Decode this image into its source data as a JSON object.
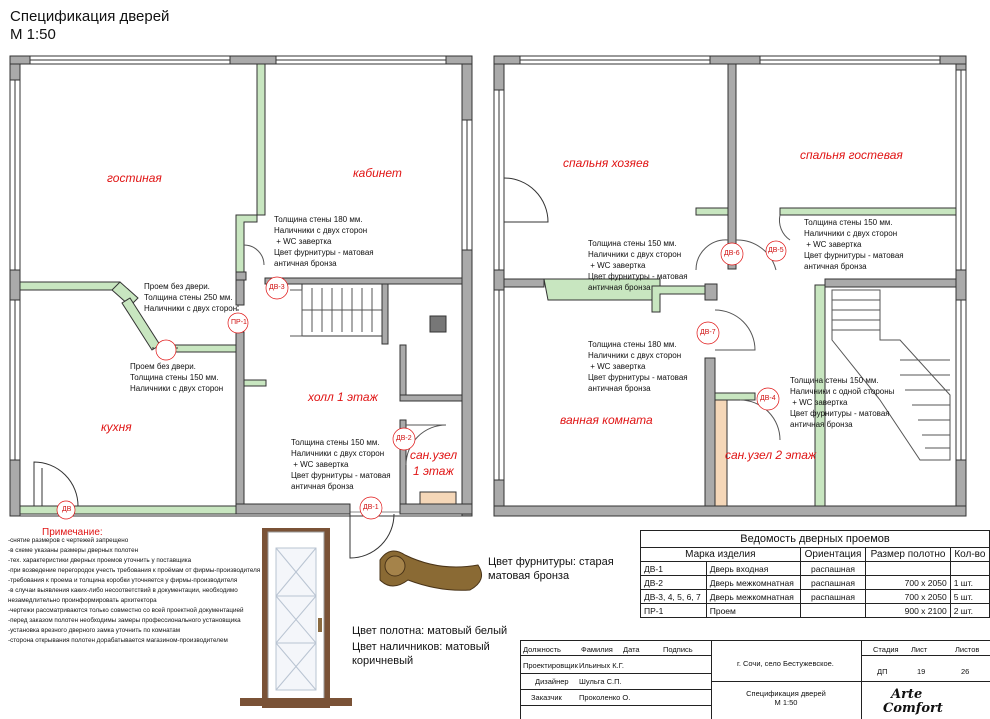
{
  "title": {
    "line1": "Спецификация дверей",
    "line2": "М 1:50"
  },
  "rooms": {
    "living": "гостиная",
    "study": "кабинет",
    "kitchen": "кухня",
    "hall": "холл 1 этаж",
    "wc1_a": "сан.узел",
    "wc1_b": "1 этаж",
    "master": "спальня хозяев",
    "guest": "спальня гостевая",
    "bath": "ванная комната",
    "wc2": "сан.узел 2 этаж"
  },
  "notes": {
    "n1": "Толщина стены 180 мм.\nНаличники с двух сторон\n + WC завертка\nЦвет фурнитуры - матовая\nантичная бронза",
    "n2": "Проем без двери.\nТолщина стены 250 мм.\nНаличники с двух сторон",
    "n3": "Проем без двери.\nТолщина стены 150 мм.\nНаличники с двух сторон",
    "n4": "Толщина стены 150 мм.\nНаличники с двух сторон\n + WC завертка\nЦвет фурнитуры - матовая\nантичная бронза",
    "n5": "Толщина стены 150 мм.\nНаличники с двух сторон\n + WC завертка\nЦвет фурнитуры - матовая\nантичная бронза",
    "n6": "Толщина стены 150 мм.\nНаличники с двух сторон\n + WC завертка\nЦвет фурнитуры - матовая\nантичная бронза",
    "n7": "Толщина стены 180 мм.\nНаличники с двух сторон\n + WC завертка\nЦвет фурнитуры - матовая\nантичная бронза",
    "n8": "Толщина стены 150 мм.\nНаличники с одной стороны\n + WC завертка\nЦвет фурнитуры - матовая\nантичная бронза"
  },
  "marks": {
    "dv3": "ДВ-3",
    "pr1": "ПР-1",
    "dv2": "ДВ-2",
    "dv1": "ДВ-1",
    "dv": "ДВ",
    "dv6": "ДВ-6",
    "dv5": "ДВ-5",
    "dv7": "ДВ-7",
    "dv4": "ДВ-4"
  },
  "remarks": {
    "title": "Примечание:",
    "items": [
      "-снятие размеров с чертежей запрещено",
      "-в схеме указаны размеры дверных полотен",
      "-тех. характеристики дверных проемов уточнить у поставщика",
      "-при возведение перегородок учесть требования к проёмам от фирмы-производителя",
      "-требования к проема и толщина коробки уточняется у фирмы-производителя",
      "-в случаи выявления каких-либо несоответствий в документации, необходимо",
      " незамедлительно проинформировать архитектора",
      "-чертежи рассматриваются только совместно со всей проектной документацией",
      "-перед заказом полотен необходимы замеры профессионального установщика",
      "-установка врезного дверного замка уточнить по комнатам",
      "-сторона открывания полотен дорабатывается магазином-производителем"
    ]
  },
  "finish": {
    "hardware": "Цвет фурнитуры: старая\nматовая бронза",
    "leaf": "Цвет полотна: матовый белый",
    "trim": "Цвет наличников: матовый\nкоричневый"
  },
  "schedule": {
    "title": "Ведомость дверных проемов",
    "headers": [
      "Марка изделия",
      "Ориентация",
      "Размер полотно",
      "Кол-во"
    ],
    "rows": [
      [
        "ДВ-1",
        "Дверь входная",
        "распашная",
        "",
        ""
      ],
      [
        "ДВ-2",
        "Дверь межкомнатная",
        "распашная",
        "700 х 2050",
        "1 шт."
      ],
      [
        "ДВ-3, 4, 5, 6, 7",
        "Дверь межкомнатная",
        "распашная",
        "700 х 2050",
        "5 шт."
      ],
      [
        "ПР-1",
        "Проем",
        "",
        "900 х 2100",
        "2 шт."
      ]
    ]
  },
  "stamp": {
    "headers": [
      "Должность",
      "Фамилия",
      "Дата",
      "Подпись"
    ],
    "roles": [
      [
        "Проектировщик",
        "Ильиных К.Г."
      ],
      [
        "Дизайнер",
        "Шульга С.П."
      ],
      [
        "Заказчик",
        "Проколенко О."
      ]
    ],
    "address": "г. Сочи, село Бестужевское.",
    "stage_label": "Стадия",
    "sheet_label": "Лист",
    "sheets_label": "Листов",
    "stage": "ДП",
    "sheet": "19",
    "sheets": "26",
    "doc_title_1": "Спецификация дверей",
    "doc_title_2": "М 1:50",
    "logo_1": "Arte",
    "logo_2": "Comfort"
  }
}
